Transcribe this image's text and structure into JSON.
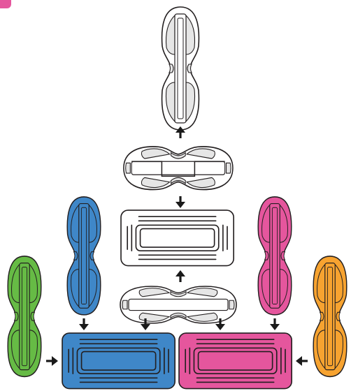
{
  "palette": {
    "outline": "#231f20",
    "neutral_fill": "#ffffff",
    "neutral_pad": "#e6e6e6",
    "green": "#66bb45",
    "blue": "#3f87c8",
    "pink": "#e5569d",
    "orange": "#f7a330",
    "arrow": "#1a1a1a"
  },
  "pieces": [
    {
      "name": "top-vertical-peanut",
      "shape": "peanut",
      "color": "neutral"
    },
    {
      "name": "upper-horizontal-peanut-with-slot",
      "shape": "peanut-h-slot",
      "color": "neutral"
    },
    {
      "name": "center-rectangular-block",
      "shape": "block",
      "color": "neutral"
    },
    {
      "name": "lower-horizontal-peanut",
      "shape": "peanut-h",
      "color": "neutral"
    },
    {
      "name": "blue-vertical-peanut",
      "shape": "peanut",
      "color": "blue"
    },
    {
      "name": "pink-vertical-peanut",
      "shape": "peanut",
      "color": "pink"
    },
    {
      "name": "green-vertical-peanut",
      "shape": "peanut",
      "color": "green"
    },
    {
      "name": "orange-vertical-peanut",
      "shape": "peanut",
      "color": "orange"
    },
    {
      "name": "blue-block",
      "shape": "block",
      "color": "blue"
    },
    {
      "name": "pink-block",
      "shape": "block",
      "color": "pink"
    }
  ],
  "arrows": [
    {
      "name": "arrow-up-to-top-peanut",
      "direction": "up"
    },
    {
      "name": "arrow-down-to-center-block",
      "direction": "down"
    },
    {
      "name": "arrow-up-to-center-block",
      "direction": "up"
    },
    {
      "name": "arrow-down-blue-peanut-to-blue-block",
      "direction": "down"
    },
    {
      "name": "arrow-down-neutral-to-blue-block",
      "direction": "down"
    },
    {
      "name": "arrow-down-neutral-to-pink-block",
      "direction": "down"
    },
    {
      "name": "arrow-down-pink-peanut-to-pink-block",
      "direction": "down"
    },
    {
      "name": "arrow-right-green-to-blue-block",
      "direction": "right"
    },
    {
      "name": "arrow-left-orange-to-pink-block",
      "direction": "left"
    }
  ]
}
